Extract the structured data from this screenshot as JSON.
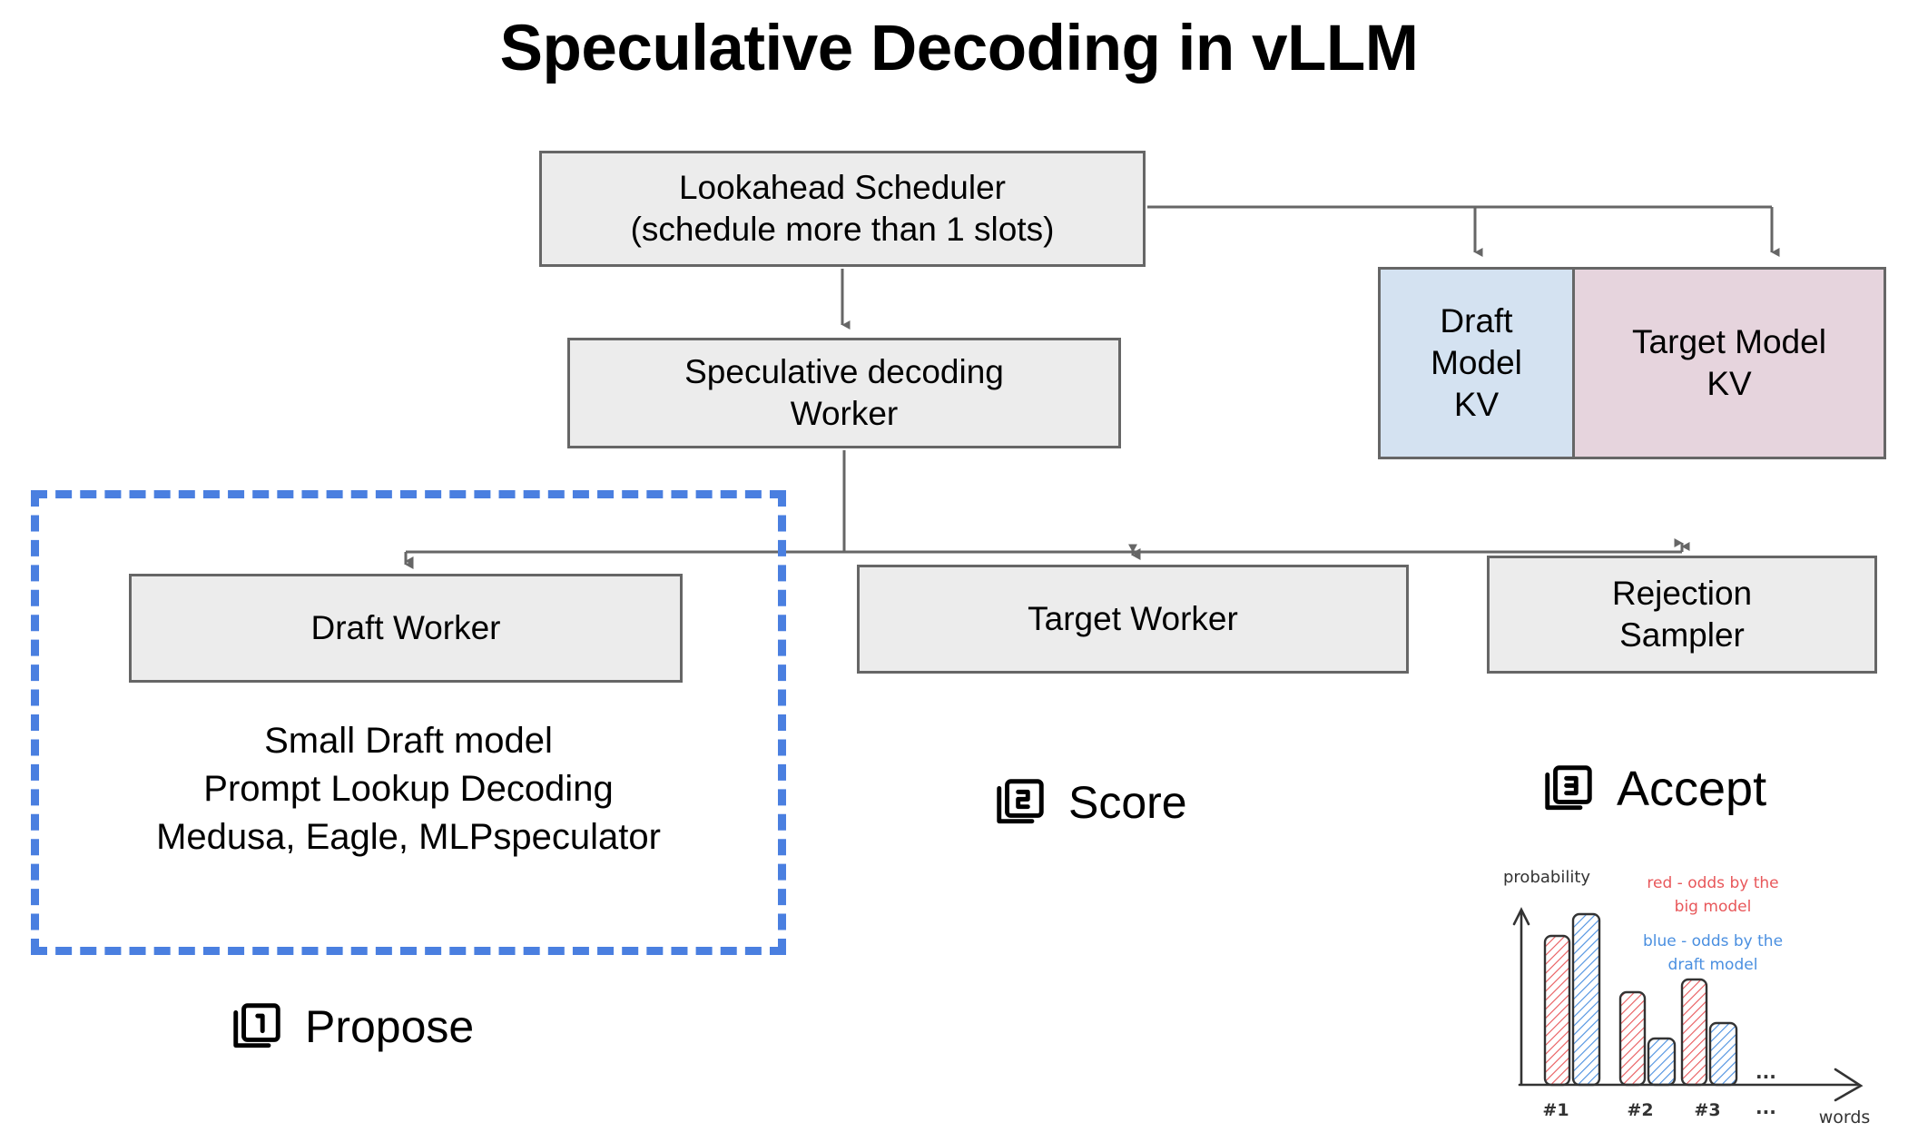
{
  "title": "Speculative Decoding in vLLM",
  "nodes": {
    "scheduler": "Lookahead Scheduler\n(schedule more than 1 slots)",
    "spec_worker": "Speculative decoding\nWorker",
    "draft_worker": "Draft Worker",
    "target_worker": "Target Worker",
    "rejection_sampler": "Rejection\nSampler",
    "draft_model_kv": "Draft\nModel\nKV",
    "target_model_kv": "Target Model\nKV"
  },
  "draft_details": "Small Draft model\nPrompt Lookup Decoding\nMedusa, Eagle, MLPspeculator",
  "steps": [
    {
      "number": "1",
      "label": "Propose",
      "icon": "filter-1-icon"
    },
    {
      "number": "2",
      "label": "Score",
      "icon": "filter-2-icon"
    },
    {
      "number": "3",
      "label": "Accept",
      "icon": "filter-3-icon"
    }
  ],
  "colors": {
    "node_fill": "#ececec",
    "node_border": "#666666",
    "draft_kv_fill": "#d4e2f1",
    "target_kv_fill": "#e6d4dd",
    "highlight_dashed": "#4a7fe0",
    "chart_red": "#e8575a",
    "chart_blue": "#4a8fe0",
    "chart_ink": "#333333"
  },
  "chart_data": {
    "type": "bar",
    "title": "",
    "xlabel": "words",
    "ylabel": "probability",
    "categories": [
      "#1",
      "#2",
      "#3"
    ],
    "tail_marker": "...",
    "series": [
      {
        "name": "red - odds by the big model",
        "color": "#e8575a",
        "values": [
          0.78,
          0.48,
          0.55
        ]
      },
      {
        "name": "blue - odds by the draft model",
        "color": "#4a8fe0",
        "values": [
          0.94,
          0.22,
          0.31
        ]
      }
    ],
    "annotations": [
      {
        "text": "red - odds by the\nbig model",
        "color": "#e8575a"
      },
      {
        "text": "blue - odds by the\ndraft model",
        "color": "#4a8fe0"
      }
    ],
    "ylim": [
      0,
      1
    ],
    "grid": false,
    "legend": "annotation"
  }
}
